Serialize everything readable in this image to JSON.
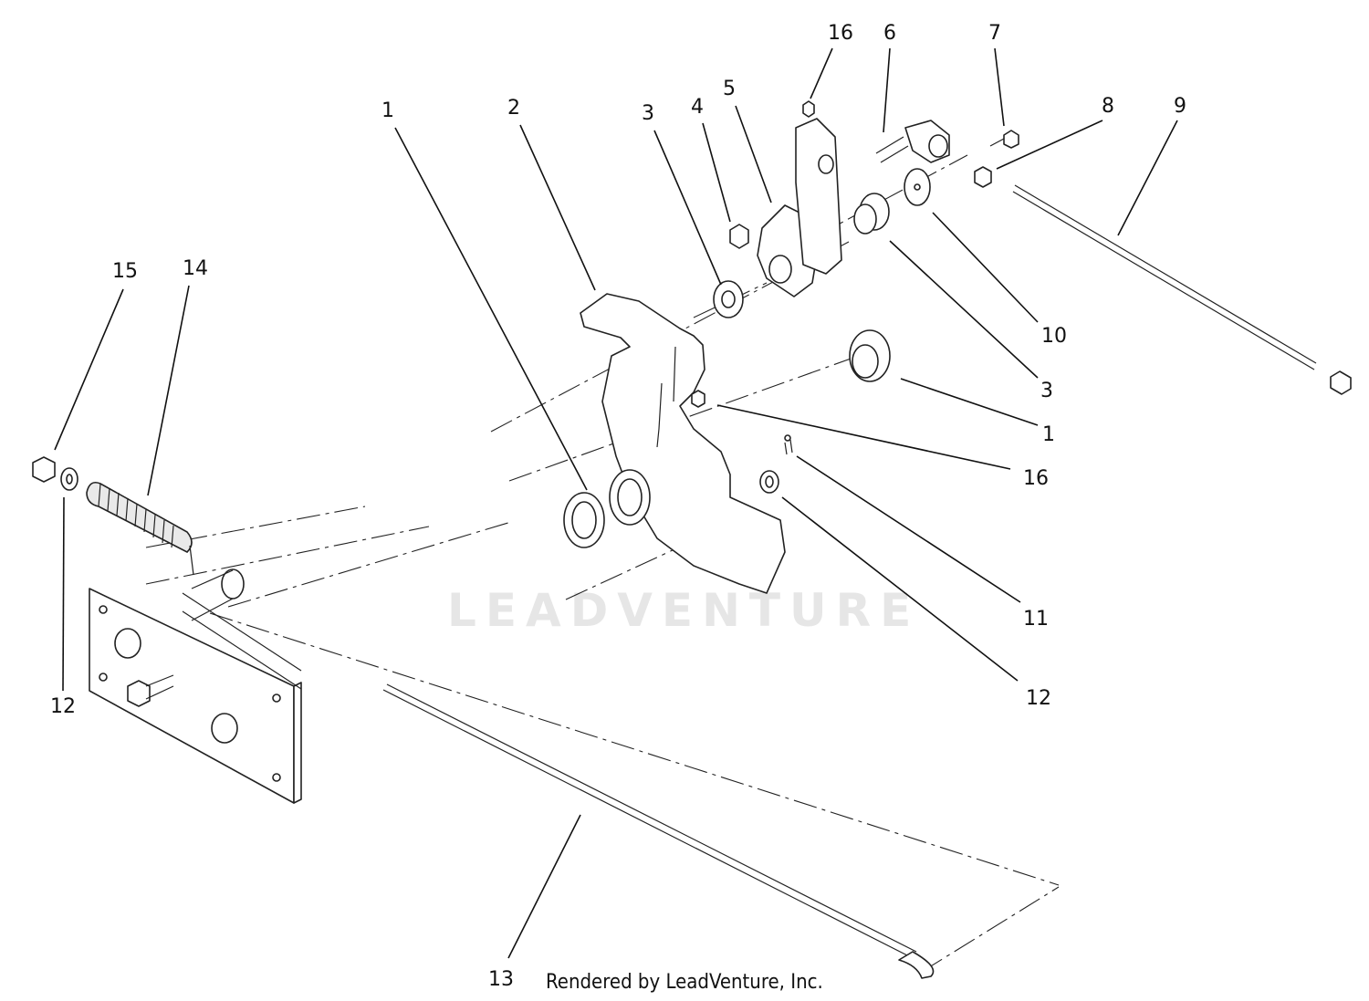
{
  "watermark": "LEADVENTURE",
  "credit": "Rendered by LeadVenture, Inc.",
  "callouts": [
    {
      "id": "c-1a",
      "label": "1"
    },
    {
      "id": "c-2",
      "label": "2"
    },
    {
      "id": "c-3a",
      "label": "3"
    },
    {
      "id": "c-4",
      "label": "4"
    },
    {
      "id": "c-5",
      "label": "5"
    },
    {
      "id": "c-16a",
      "label": "16"
    },
    {
      "id": "c-6",
      "label": "6"
    },
    {
      "id": "c-7",
      "label": "7"
    },
    {
      "id": "c-8",
      "label": "8"
    },
    {
      "id": "c-9",
      "label": "9"
    },
    {
      "id": "c-10",
      "label": "10"
    },
    {
      "id": "c-3b",
      "label": "3"
    },
    {
      "id": "c-1b",
      "label": "1"
    },
    {
      "id": "c-16b",
      "label": "16"
    },
    {
      "id": "c-11",
      "label": "11"
    },
    {
      "id": "c-12a",
      "label": "12"
    },
    {
      "id": "c-15",
      "label": "15"
    },
    {
      "id": "c-14",
      "label": "14"
    },
    {
      "id": "c-12b",
      "label": "12"
    },
    {
      "id": "c-13",
      "label": "13"
    }
  ]
}
